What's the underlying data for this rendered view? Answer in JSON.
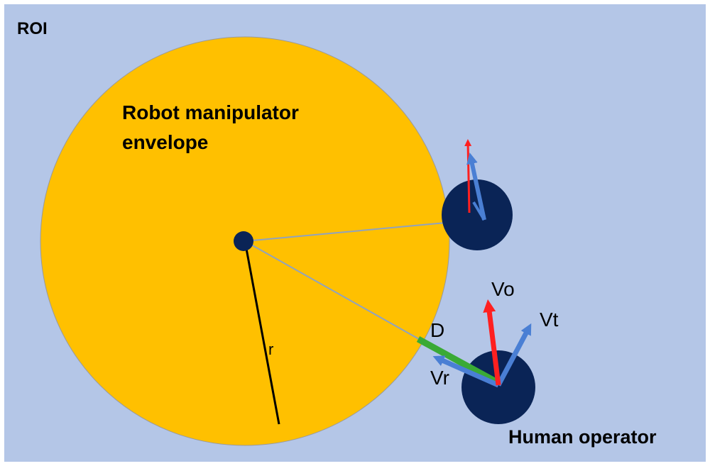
{
  "roi": {
    "label": "ROI"
  },
  "envelope": {
    "label_line1": "Robot manipulator",
    "label_line2": "envelope"
  },
  "radius": {
    "label": "r"
  },
  "operator": {
    "label": "Human operator",
    "vectors": {
      "vo": "Vo",
      "vt": "Vt",
      "vr": "Vr",
      "d": "D"
    }
  },
  "colors": {
    "roi_background": "#b4c6e7",
    "envelope_fill": "#ffc000",
    "operator_fill": "#0a2456",
    "center_fill": "#0a2456",
    "vector_red": "#ff2020",
    "vector_blue": "#4a7fd4",
    "distance_green": "#3aaa35",
    "connector_line": "#8fa2c0",
    "radius_line": "#000000"
  }
}
